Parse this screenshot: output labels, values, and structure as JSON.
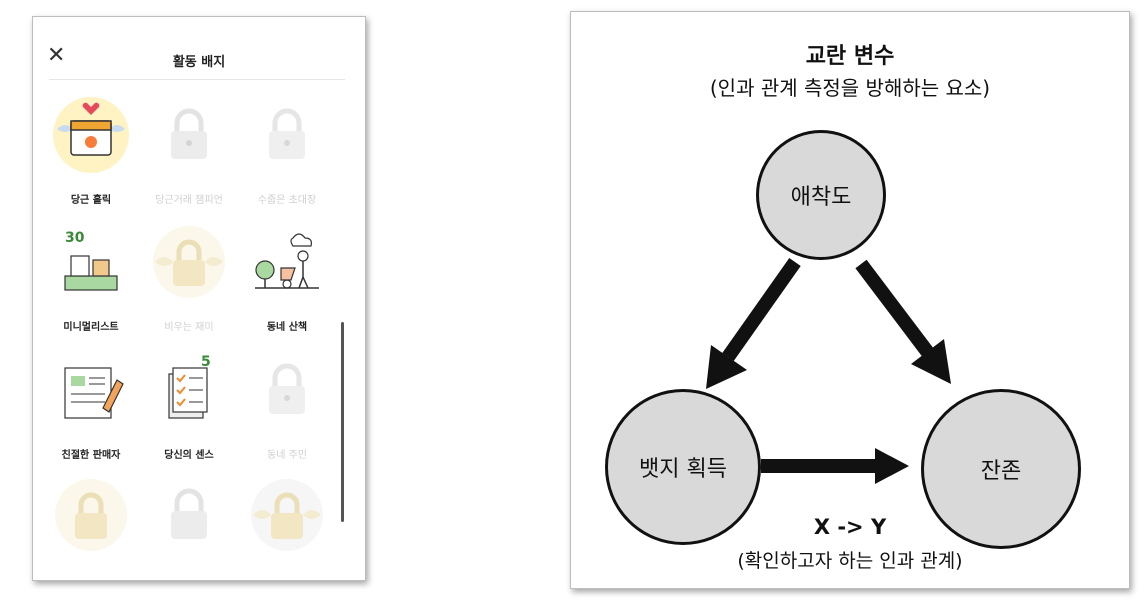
{
  "phone": {
    "title": "활동 배지",
    "close_icon": "close-icon",
    "badges": [
      {
        "label": "당근 홀릭",
        "locked": false,
        "icon": "calendar-heart-icon"
      },
      {
        "label": "당근거래 챔피언",
        "locked": true,
        "icon": "lock-icon"
      },
      {
        "label": "수줍은 초대장",
        "locked": true,
        "icon": "lock-icon"
      },
      {
        "label": "미니멀리스트",
        "locked": false,
        "icon": "minimalist-boxes-icon"
      },
      {
        "label": "비우는 재미",
        "locked": true,
        "icon": "lock-icon"
      },
      {
        "label": "동네 산책",
        "locked": false,
        "icon": "neighborhood-walk-icon"
      },
      {
        "label": "친절한 판매자",
        "locked": false,
        "icon": "kind-seller-icon"
      },
      {
        "label": "당신의 센스",
        "locked": false,
        "icon": "checklist-icon"
      },
      {
        "label": "동네 주민",
        "locked": true,
        "icon": "lock-icon"
      },
      {
        "label": "",
        "locked": true,
        "icon": "lock-icon"
      },
      {
        "label": "",
        "locked": true,
        "icon": "lock-icon"
      },
      {
        "label": "",
        "locked": true,
        "icon": "lock-icon"
      }
    ]
  },
  "diagram": {
    "title": "교란 변수",
    "subtitle": "(인과 관계 측정을 방해하는 요소)",
    "nodes": {
      "confounder": "애착도",
      "treatment": "뱃지 획득",
      "outcome": "잔존"
    },
    "relation_label": "X -> Y",
    "relation_sub": "(확인하고자 하는 인과 관계)",
    "colors": {
      "node_fill": "#d9d9d9",
      "stroke": "#111111"
    }
  }
}
